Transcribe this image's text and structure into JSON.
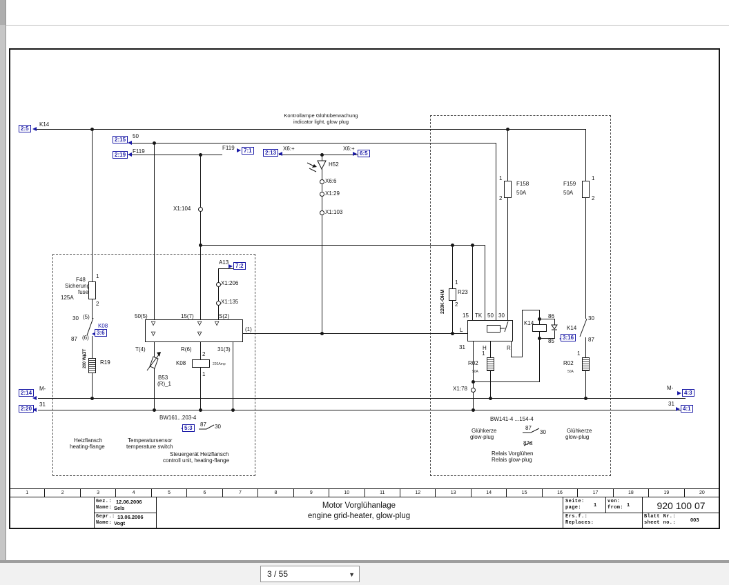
{
  "viewer": {
    "page_indicator": "3 / 55",
    "accent_green": "#1a9850"
  },
  "d": {
    "r25": "2:5",
    "r215": "2:15",
    "r219": "2:19",
    "r213": "2:13",
    "r71": "7:1",
    "r65": "6:5",
    "r72": "7:2",
    "r36": "3:6",
    "r316": "3:16",
    "r53": "5:3",
    "r214": "2:14",
    "r220": "2:20",
    "r43": "4:3",
    "r41": "4:1",
    "k14": "K14",
    "n50": "50",
    "f119": "F119",
    "x6p": "X6:+",
    "cap1": "Kontrollampe Glühüberwachung",
    "cap2": "indicator light, glow plug",
    "h52": "H52",
    "x66": "X6:6",
    "x129": "X1:29",
    "x1103": "X1:103",
    "x1104": "X1:104",
    "x1206": "X1:206",
    "x1135": "X1:135",
    "x178": "X1:78",
    "f158": "F158",
    "f159": "F159",
    "a50": "50A",
    "pin1": "1",
    "pin2": "2",
    "f48": "F48",
    "sich": "Sicherung",
    "fuse": "fuse",
    "a125": "125A",
    "n30": "30",
    "b5": "(5)",
    "n87": "87",
    "b6": "(6)",
    "k08": "K08",
    "watt": "200 WATT",
    "r19": "R19",
    "t505": "50(5)",
    "t157": "15(7)",
    "ts2": "S(2)",
    "tt4": "T(4)",
    "tr6": "R(6)",
    "t313": "31(3)",
    "a13": "A13",
    "out1": "(1)",
    "amp": "220Amp",
    "b53": "B53",
    "br1": "(R)_1",
    "bw1": "BW161...203-4",
    "heiz1": "Heizflansch",
    "heiz2": "heating-flange",
    "temp1": "Temperatursensor",
    "temp2": "temperature switch",
    "st1": "Steuergerät Heizflansch",
    "st2": "controll unit, heating-flange",
    "ohm": "220K-OHM",
    "r23": "R23",
    "t15": "15",
    "ttk": "TK",
    "tl": "L",
    "th": "H",
    "tr": "R",
    "n31": "31",
    "n86": "86",
    "n85": "85",
    "r02": "R02",
    "bw2": "BW141-4 ...154-4",
    "gluh1": "Glühkerze",
    "gluh2": "glow-plug",
    "n87a": "87a",
    "rel1": "Relais Vorglühen",
    "rel2": "Relais glow-plug",
    "mm": "M-"
  },
  "tb": {
    "cols": [
      "1",
      "2",
      "3",
      "4",
      "5",
      "6",
      "7",
      "8",
      "9",
      "10",
      "11",
      "12",
      "13",
      "14",
      "15",
      "16",
      "17",
      "18",
      "19",
      "20"
    ],
    "gez": "Gez.:",
    "gezv": "12.06.2006",
    "nm": "Name:",
    "nms": "Sels",
    "gepr": "Gepr.:",
    "geprv": "13.06.2006",
    "nmv": "Vogt",
    "tde": "Motor Vorglühanlage",
    "ten": "engine grid-heater, glow-plug",
    "se1": "Seite:",
    "se2": "page:",
    "sev": "1",
    "vo1": "von:",
    "vo2": "from:",
    "vov": "1",
    "doc": "920 100 07",
    "er1": "Ers.f.:",
    "er2": "Replaces:",
    "bl1": "Blatt Nr.:",
    "bl2": "sheet no.:",
    "blv": "003"
  }
}
